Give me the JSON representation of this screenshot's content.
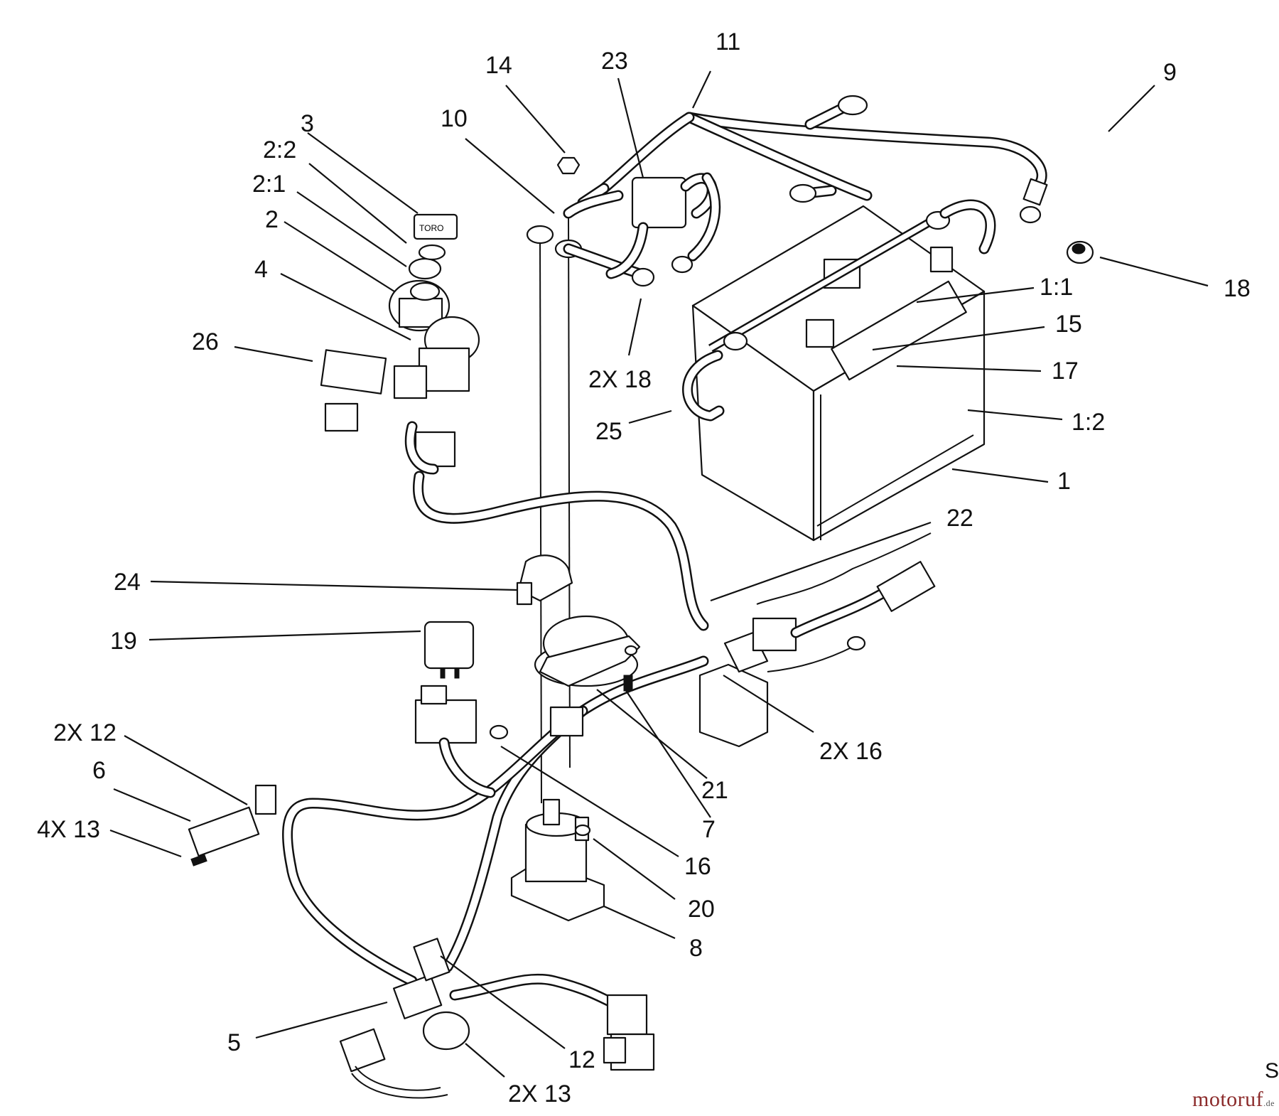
{
  "diagram": {
    "callouts": {
      "c1": "1",
      "c1_1": "1:1",
      "c1_2": "1:2",
      "c2": "2",
      "c2_1": "2:1",
      "c2_2": "2:2",
      "c3": "3",
      "c4": "4",
      "c5": "5",
      "c6": "6",
      "c7": "7",
      "c8": "8",
      "c9": "9",
      "c10": "10",
      "c11": "11",
      "c12": "12",
      "c12x2": "2X 12",
      "c13x4": "4X 13",
      "c13x2": "2X 13",
      "c14": "14",
      "c15": "15",
      "c16": "16",
      "c16x2": "2X 16",
      "c17": "17",
      "c18": "18",
      "c18x2": "2X 18",
      "c19": "19",
      "c20": "20",
      "c21": "21",
      "c22": "22",
      "c23": "23",
      "c24": "24",
      "c25": "25",
      "c26": "26"
    },
    "key_label": "TORO",
    "corner_mark": "S"
  },
  "watermark": {
    "text": "motoruf",
    "suffix": ".de"
  }
}
